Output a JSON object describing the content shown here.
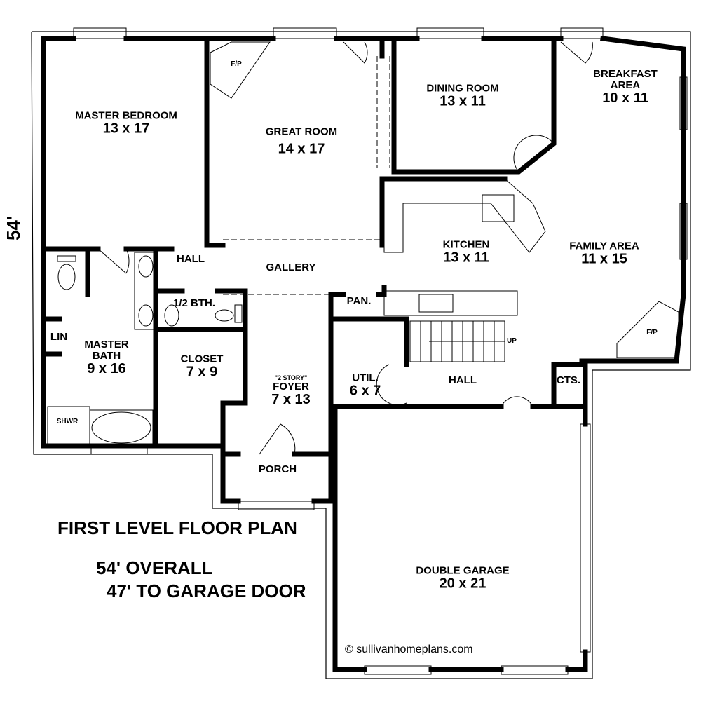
{
  "title": "FIRST LEVEL FLOOR PLAN",
  "overall": "54' OVERALL",
  "to_garage": "47' TO GARAGE DOOR",
  "dimension_side": "54'",
  "copyright": "© sullivanhomeplans.com",
  "rooms": {
    "master_bedroom": {
      "name": "MASTER BEDROOM",
      "size": "13 x 17"
    },
    "great_room": {
      "name": "GREAT ROOM",
      "size": "14 x 17"
    },
    "fireplace_label": "F/P",
    "dining_room": {
      "name": "DINING ROOM",
      "size": "13 x 11"
    },
    "breakfast": {
      "name": "BREAKFAST AREA",
      "size": "10 x 11"
    },
    "kitchen": {
      "name": "KITCHEN",
      "size": "13 x 11"
    },
    "family": {
      "name": "FAMILY AREA",
      "size": "11 x 15"
    },
    "hall": "HALL",
    "gallery": "GALLERY",
    "half_bath": "1/2 BTH.",
    "pantry": "PAN.",
    "lin": "LIN",
    "master_bath": {
      "name": "MASTER BATH",
      "size": "9 x 16"
    },
    "closet": {
      "name": "CLOSET",
      "size": "7 x 9"
    },
    "foyer": {
      "note": "\"2 STORY\"",
      "name": "FOYER",
      "size": "7 x 13"
    },
    "util": {
      "name": "UTIL.",
      "size": "6 x 7"
    },
    "hall2": "HALL",
    "cts": "CTS.",
    "up": "UP",
    "shwr": "SHWR",
    "porch": "PORCH",
    "garage": {
      "name": "DOUBLE GARAGE",
      "size": "20 x 21"
    }
  }
}
